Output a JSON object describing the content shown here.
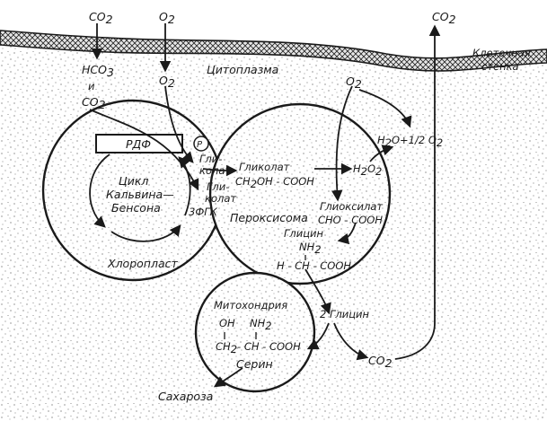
{
  "labels": {
    "co2_top": "CO",
    "o2_top": "O",
    "co2_right_top": "CO",
    "wall_1": "Клеточная",
    "wall_2": "стенка",
    "hco3": "HCO",
    "and": "и",
    "co2_in": "CO",
    "o2_in": "O",
    "cytoplasm": "Цитоплазма",
    "o2_right": "O",
    "h2o": "H",
    "h2o_rest": "O+1/2 O",
    "h2o2": "H",
    "h2o2_rest": "O",
    "rdf": "РДФ",
    "p": "Р",
    "glycolate_chloro_1": "Гли-",
    "glycolate_chloro_2": "колат",
    "glycolate_2_1": "Гли-",
    "glycolate_2_2": "колат",
    "pgk": "3ФГК",
    "calvin_1": "Цикл",
    "calvin_2": "Кальвина—",
    "calvin_3": "Бенсона",
    "chloroplast": "Хлоропласт",
    "glycolate_perox": "Гликолат",
    "glycolate_formula": "CH",
    "glycolate_formula_rest": "OH - COOH",
    "glyoxylate": "Глиоксилат",
    "glyoxylate_formula": "CHO - COOH",
    "peroxisome": "Пероксисома",
    "glycine": "Глицин",
    "nh2_perox": "NH",
    "glycine_formula": "H - CH - COOH",
    "mitochondrion": "Митохондрия",
    "oh": "OH",
    "nh2_mito": "NH",
    "serine_formula_a": "CH",
    "serine_formula_b": "- CH - COOH",
    "serine": "Серин",
    "two_glycine": "2 Глицин",
    "co2_mito": "CO",
    "sucrose": "Сахароза",
    "sub2": "2",
    "sub3": "3"
  },
  "colors": {
    "ink": "#1a1a1a",
    "wall_fill": "#d9d9d9",
    "background": "#ffffff"
  }
}
